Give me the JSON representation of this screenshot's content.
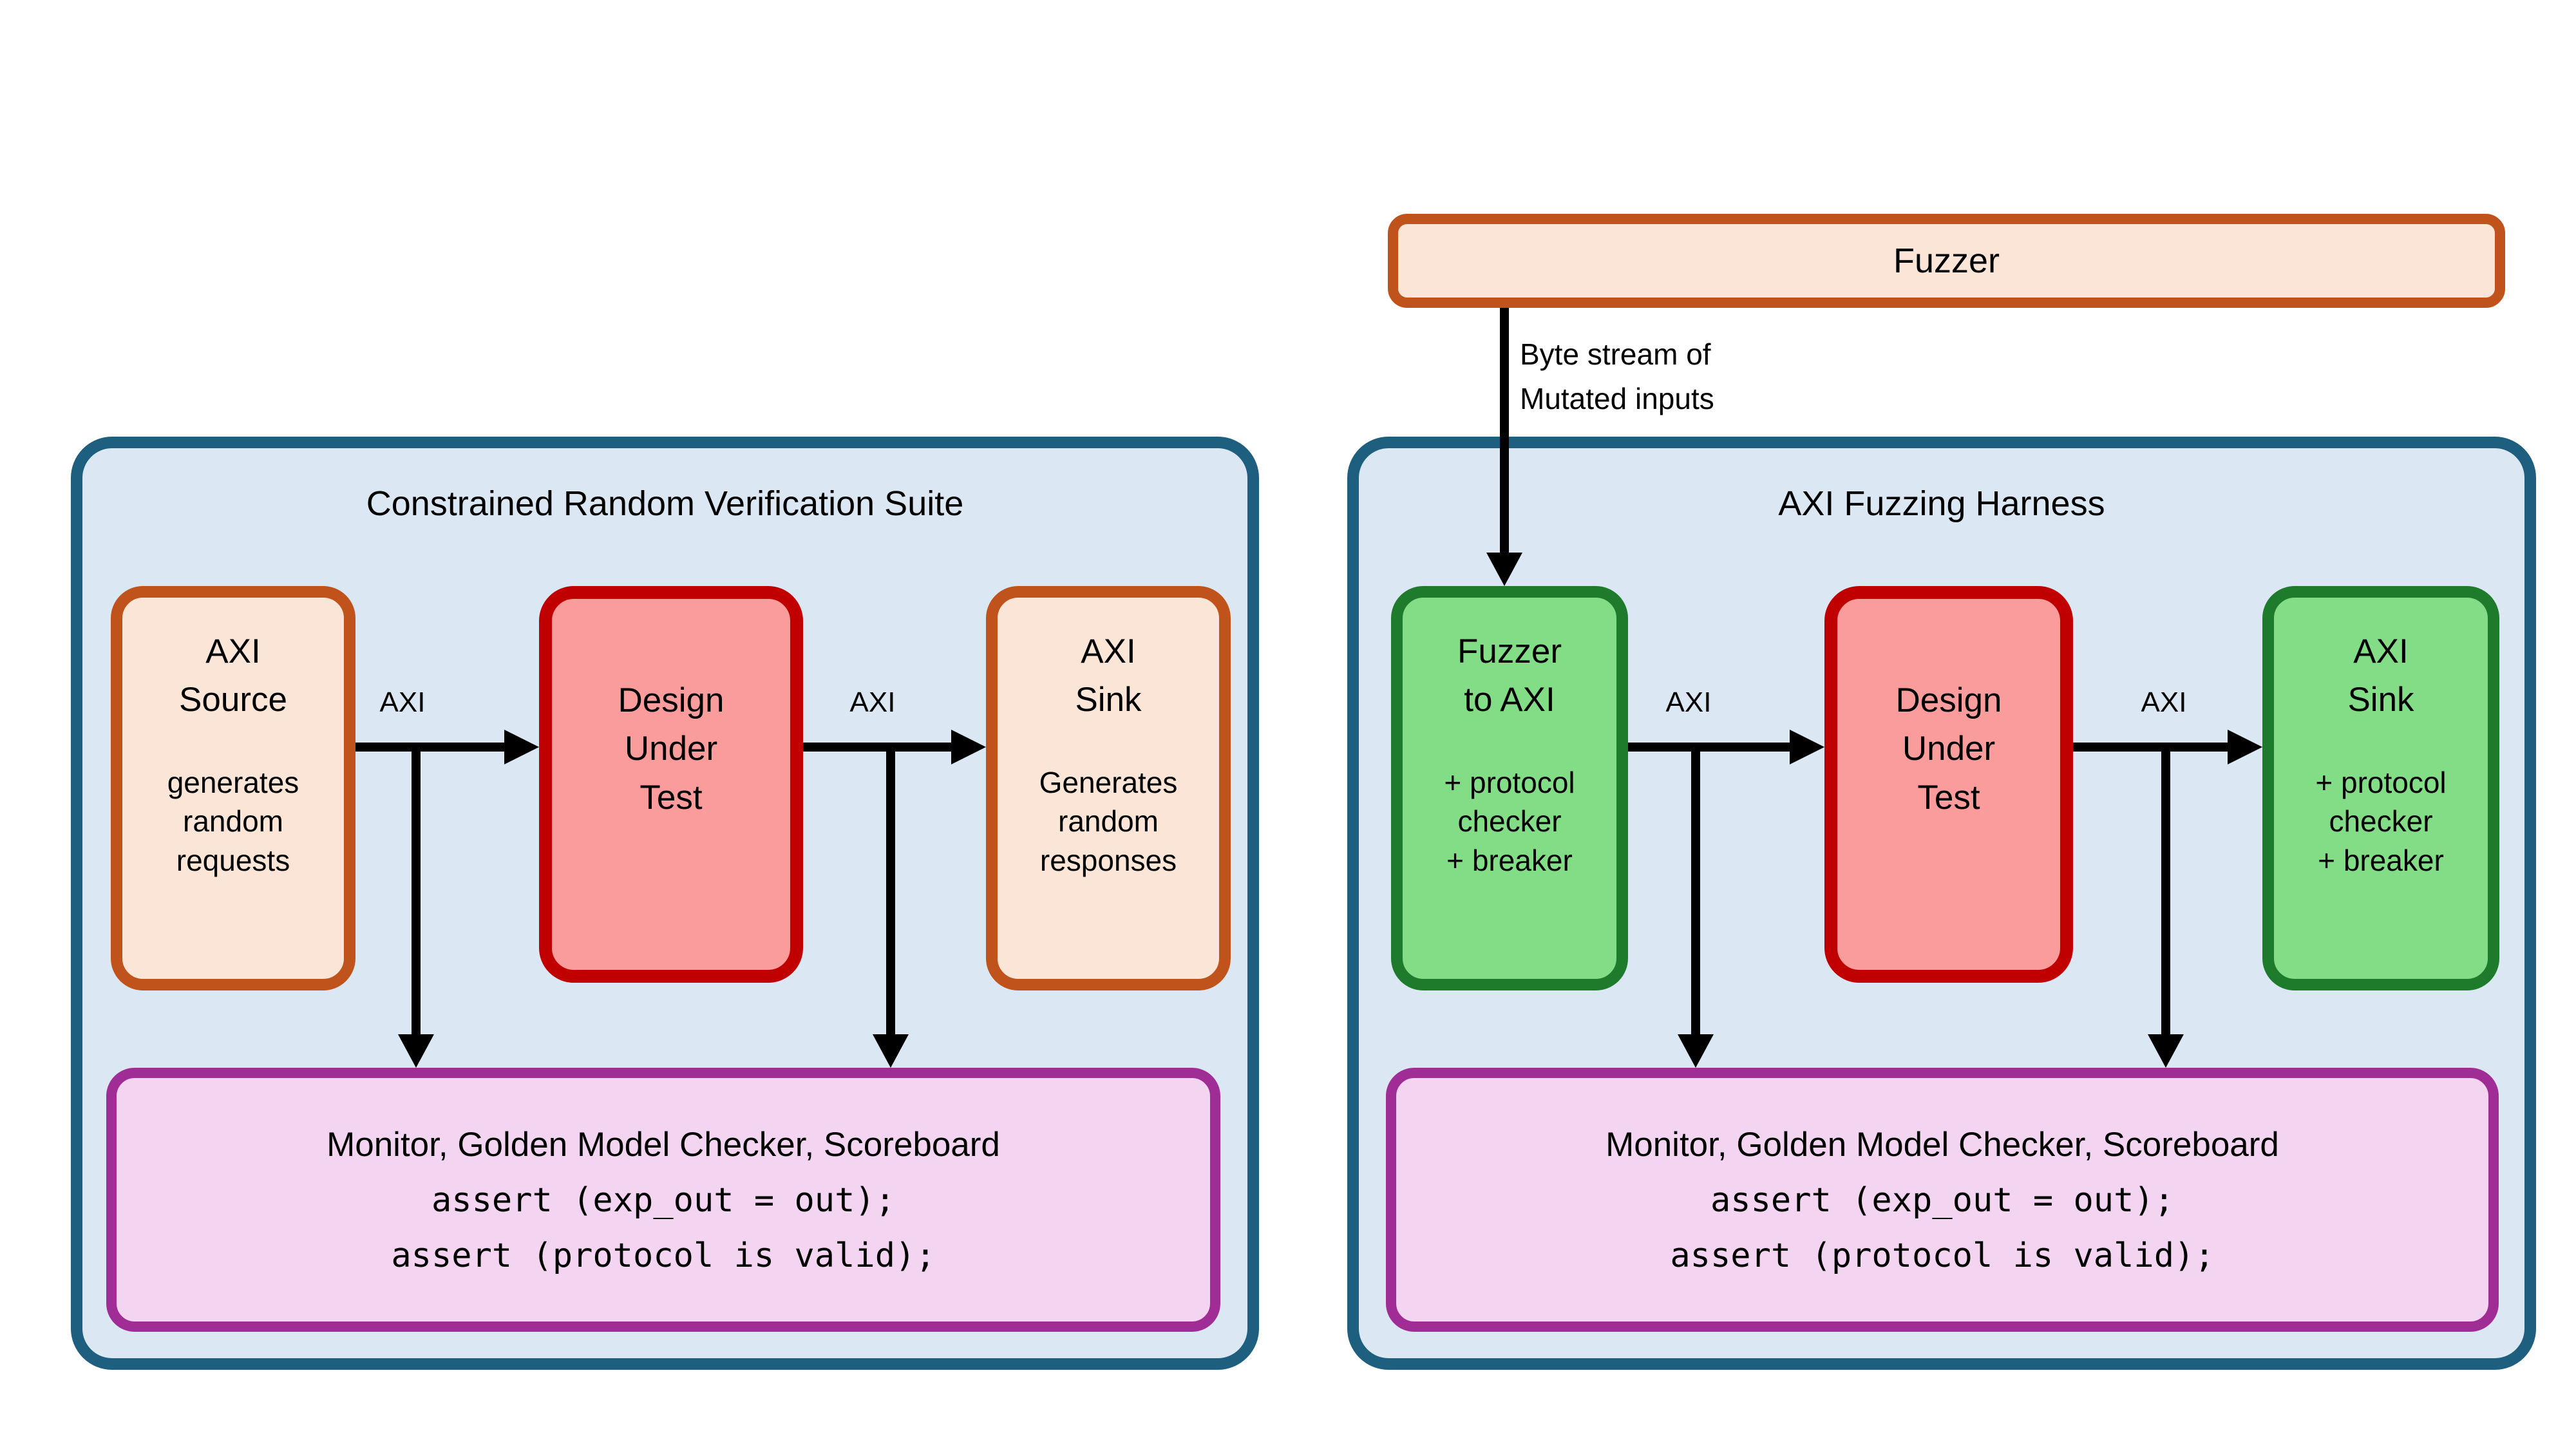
{
  "colors": {
    "panel_border": "#1E5E7E",
    "panel_fill": "#DCE7F4",
    "orange_border": "#C0531B",
    "orange_fill": "#FBE5D6",
    "red_border": "#C00000",
    "red_fill": "#FB9C9C",
    "green_border": "#1F7B2C",
    "green_fill": "#82DD86",
    "purple_border": "#A02C96",
    "purple_fill": "#F3D4F1",
    "arrow": "#000000"
  },
  "panels": {
    "left": {
      "title": "Constrained Random Verification Suite",
      "boxes": {
        "source": {
          "name": "AXI\nSource",
          "desc": "generates\nrandom\nrequests"
        },
        "dut": {
          "name": "Design\nUnder\nTest"
        },
        "sink": {
          "name": "AXI\nSink",
          "desc": "Generates\nrandom\nresponses"
        }
      },
      "monitor": {
        "line1": "Monitor, Golden Model Checker, Scoreboard",
        "line2": "assert (exp_out = out);",
        "line3": "assert (protocol is valid);"
      },
      "arrows": {
        "a1": "AXI",
        "a2": "AXI"
      }
    },
    "right": {
      "title": "AXI Fuzzing Harness",
      "fuzzer": {
        "label": "Fuzzer"
      },
      "stream_note": "Byte stream of\nMutated inputs",
      "boxes": {
        "source": {
          "name": "Fuzzer\nto AXI",
          "desc": "+ protocol\nchecker\n+ breaker"
        },
        "dut": {
          "name": "Design\nUnder\nTest"
        },
        "sink": {
          "name": "AXI\nSink",
          "desc": "+ protocol\nchecker\n+ breaker"
        }
      },
      "monitor": {
        "line1": "Monitor, Golden Model Checker, Scoreboard",
        "line2": "assert (exp_out = out);",
        "line3": "assert (protocol is valid);"
      },
      "arrows": {
        "a1": "AXI",
        "a2": "AXI"
      }
    }
  }
}
